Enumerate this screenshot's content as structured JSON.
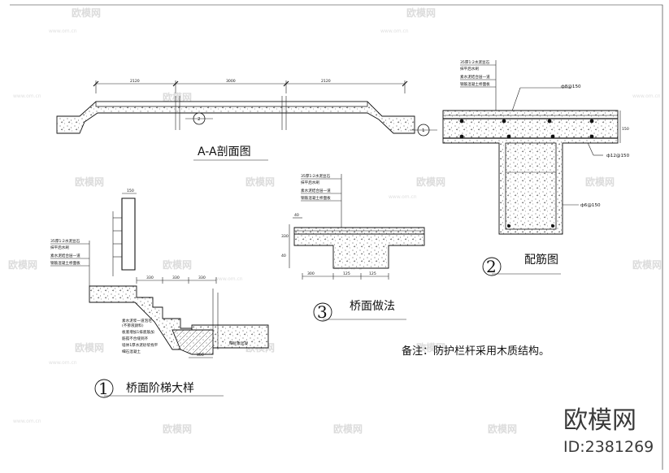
{
  "section_aa": {
    "title": "A-A剖面图",
    "dims": [
      "2120",
      "3000",
      "2120"
    ],
    "markers": [
      "1",
      "2"
    ]
  },
  "rebar_detail": {
    "number": "2",
    "title": "配筋图",
    "layers": [
      "35厚1:2水泥豆石",
      "抹平后水刷",
      "素水泥结合层一道",
      "钢筋混凝土桥面板"
    ],
    "rebar_labels": [
      "ф8@150",
      "ф12@150",
      "ф6@150"
    ],
    "dim_side": "150"
  },
  "stair_detail": {
    "number": "1",
    "title": "桥面阶梯大样",
    "top_dim": "150",
    "layers": [
      "35厚1:2水泥豆石",
      "抹平后水刷",
      "素水泥结合层一道",
      "钢筋混凝土桥面板"
    ],
    "step_dims": [
      "330",
      "330",
      "330"
    ],
    "base_dim": "400",
    "notes": [
      "素水泥浆一道泡毛",
      "(不掺液颜料)",
      "板底增加1排底筋加",
      "筋孤不合缝到齐",
      "墙体1厚水泥砂浆找平",
      "细石混凝土"
    ],
    "side_note": "细砂素混凝"
  },
  "deck_detail": {
    "number": "3",
    "title": "桥面做法",
    "layers": [
      "35厚1:2水泥豆石",
      "抹平后水刷",
      "素水泥结合层一道",
      "钢筋混凝土桥面板"
    ],
    "dims": [
      "40",
      "330",
      "40",
      "125",
      "125",
      "300"
    ]
  },
  "remark": "备注：防护栏杆采用木质结构。",
  "watermark": {
    "brand": "欧模网",
    "url": "www.om.cn",
    "id": "ID:2381269"
  }
}
